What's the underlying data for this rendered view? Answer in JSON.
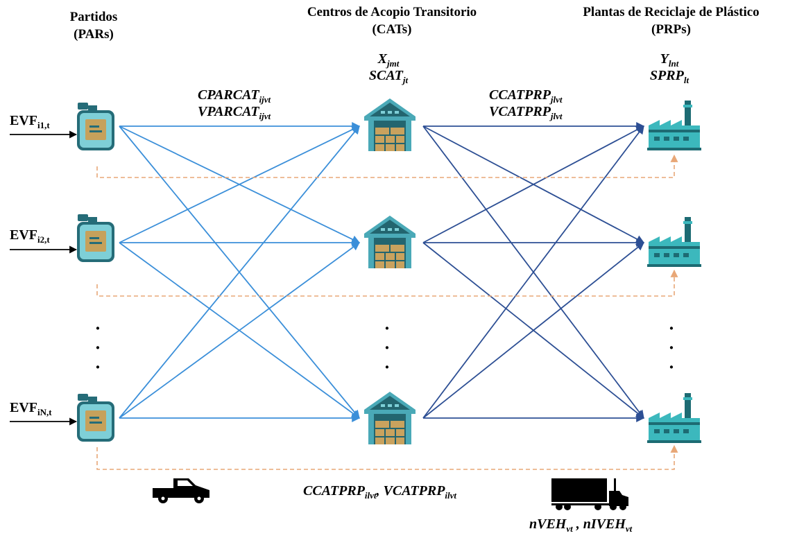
{
  "headers": {
    "pars_name": "Partidos",
    "pars_abbr": "(PARs)",
    "cats_name": "Centros de Acopio Transitorio",
    "cats_abbr": "(CATs)",
    "prps_name": "Plantas de Reciclaje de Plástico",
    "prps_abbr": "(PRPs)"
  },
  "cat_vars": {
    "x_base": "X",
    "x_sub": "jmt",
    "scat_base": "SCAT",
    "scat_sub": "jt"
  },
  "prp_vars": {
    "y_base": "Y",
    "y_sub": "lnt",
    "sprp_base": "SPRP",
    "sprp_sub": "lt"
  },
  "flow_par_cat": {
    "c_base": "CPARCAT",
    "c_sub": "ijvt",
    "v_base": "VPARCAT",
    "v_sub": "ijvt"
  },
  "flow_cat_prp": {
    "c_base": "CCATPRP",
    "c_sub": "jlvt",
    "v_base": "VCATPRP",
    "v_sub": "jlvt"
  },
  "flow_direct": {
    "c_base": "CCATPRP",
    "c_sub": "ilvt",
    "sep": ",",
    "v_base": "VCATPRP",
    "v_sub": "ilvt"
  },
  "vehicles": {
    "a_base": "nVEH",
    "a_sub": "vt",
    "sep": ",",
    "b_base": "nIVEH",
    "b_sub": "vt"
  },
  "inputs": [
    {
      "base": "EVF",
      "sub": "i1,t"
    },
    {
      "base": "EVF",
      "sub": "i2,t"
    },
    {
      "base": "EVF",
      "sub": "iN,t"
    }
  ],
  "ellipsis": "·",
  "colors": {
    "par_cat_arrow": "#3b8fd9",
    "cat_prp_arrow": "#2d4f94",
    "direct_dashed": "#e8a777",
    "jug_body": "#7ecfd7",
    "jug_dark": "#256c78",
    "jug_label": "#c6a15b",
    "warehouse_roof": "#4aa9b7",
    "warehouse_dark": "#23656f",
    "warehouse_boxes": "#c9a25e",
    "factory_body": "#3cb8bd",
    "factory_dark": "#1d6b73",
    "vehicle": "#000000"
  },
  "icons": {
    "par": "jerry-can-icon",
    "cat": "warehouse-icon",
    "prp": "factory-icon",
    "pickup": "pickup-truck-icon",
    "semi": "semi-truck-icon"
  }
}
